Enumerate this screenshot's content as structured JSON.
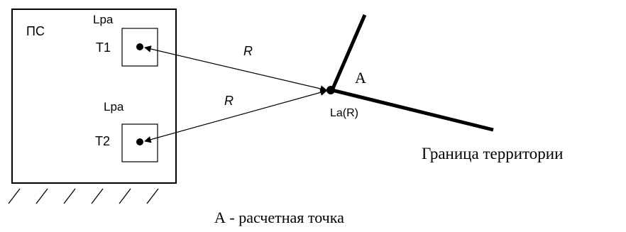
{
  "building_label": "ПС",
  "sources": [
    {
      "id": "T1",
      "level_label": "Lpa",
      "name": "T1"
    },
    {
      "id": "T2",
      "level_label": "Lpa",
      "name": "T2"
    }
  ],
  "distance_label_top": "R",
  "distance_label_bottom": "R",
  "point_label": "A",
  "point_level_label": "La(R)",
  "boundary_label": "Граница территории",
  "caption": "А - расчетная точка"
}
